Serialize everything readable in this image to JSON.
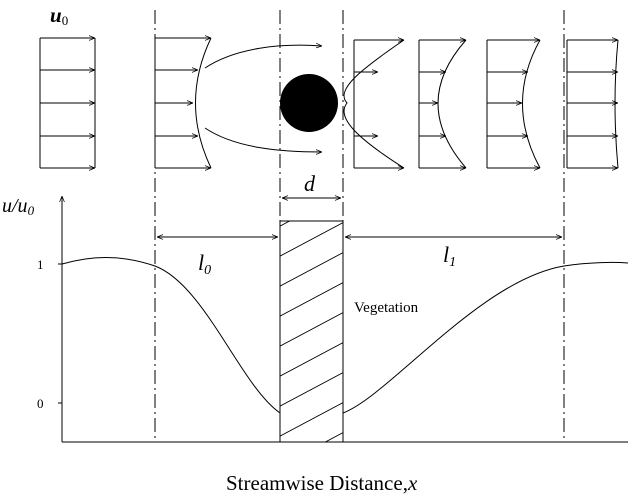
{
  "labels": {
    "u0_top": "u",
    "u0_top_sub": "0",
    "y_axis": "u/u",
    "y_axis_sub": "0",
    "tick_1": "1",
    "tick_0": "0",
    "d": "d",
    "l0": "l",
    "l0_sub": "0",
    "l1": "l",
    "l1_sub": "1",
    "vegetation": "Vegetation",
    "x_axis": "Streamwise Distance,",
    "x_axis_var": "x"
  },
  "colors": {
    "ink": "#000000",
    "background": "#ffffff"
  }
}
